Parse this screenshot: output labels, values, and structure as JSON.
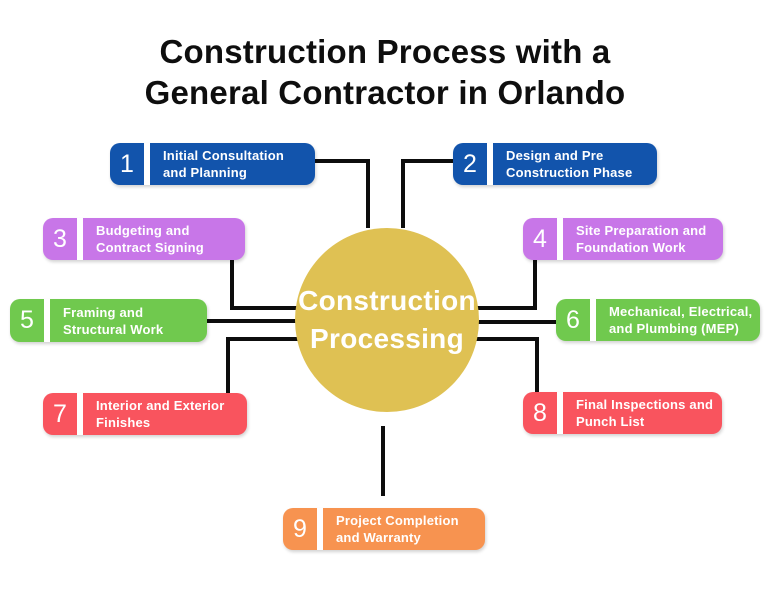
{
  "title": {
    "line1": "Construction Process with a",
    "line2": "General Contractor in Orlando"
  },
  "center": {
    "line1": "Construction",
    "line2": "Processing",
    "color": "#dfc153",
    "text_color": "#ffffff"
  },
  "steps": [
    {
      "number": "1",
      "line1": "Initial Consultation",
      "line2": "and Planning",
      "color": "#1254ac"
    },
    {
      "number": "2",
      "line1": "Design and Pre",
      "line2": "Construction Phase",
      "color": "#1254ac"
    },
    {
      "number": "3",
      "line1": "Budgeting and",
      "line2": "Contract Signing",
      "color": "#c876e8"
    },
    {
      "number": "4",
      "line1": "Site Preparation and",
      "line2": "Foundation Work",
      "color": "#c876e8"
    },
    {
      "number": "5",
      "line1": "Framing and",
      "line2": "Structural Work",
      "color": "#70c94e"
    },
    {
      "number": "6",
      "line1": "Mechanical, Electrical,",
      "line2": "and Plumbing (MEP)",
      "color": "#70c94e"
    },
    {
      "number": "7",
      "line1": "Interior and Exterior",
      "line2": "Finishes",
      "color": "#f9545e"
    },
    {
      "number": "8",
      "line1": "Final Inspections and",
      "line2": "Punch List",
      "color": "#f9545e"
    },
    {
      "number": "9",
      "line1": "Project Completion",
      "line2": "and Warranty",
      "color": "#f79350"
    }
  ],
  "connector_color": "#0d0d0d"
}
